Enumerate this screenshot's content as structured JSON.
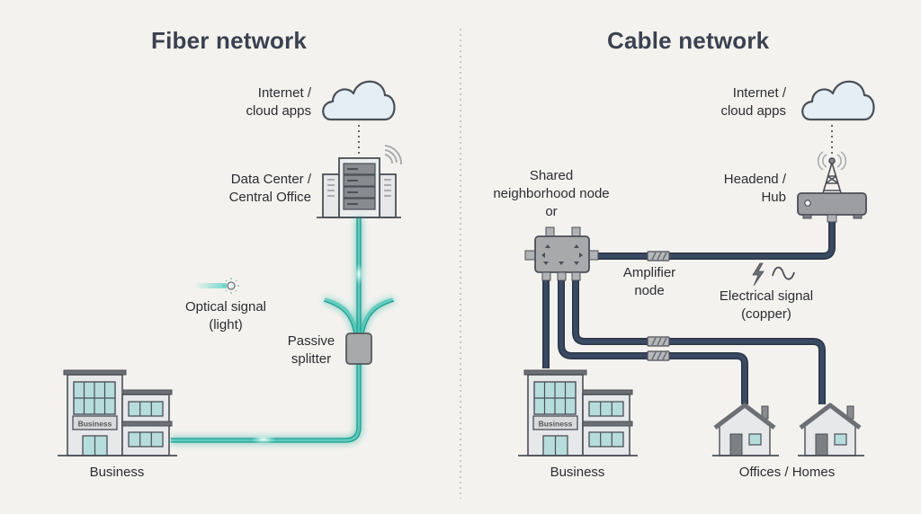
{
  "fiber": {
    "title": "Fiber network",
    "cloud_label_1": "Internet /",
    "cloud_label_2": "cloud apps",
    "dc_label_1": "Data Center /",
    "dc_label_2": "Central Office",
    "optical_label_1": "Optical signal",
    "optical_label_2": "(light)",
    "splitter_label_1": "Passive",
    "splitter_label_2": "splitter",
    "business_label": "Business",
    "business_sign": "Business",
    "fiber_color": "#2bbfae"
  },
  "cable": {
    "title": "Cable network",
    "cloud_label_1": "Internet /",
    "cloud_label_2": "cloud apps",
    "headend_label_1": "Headend /",
    "headend_label_2": "Hub",
    "node_label_1": "Shared",
    "node_label_2": "neighborhood node",
    "node_label_3": "or",
    "amplifier_label_1": "Amplifier",
    "amplifier_label_2": "node",
    "electrical_label_1": "Electrical signal",
    "electrical_label_2": "(copper)",
    "business_label": "Business",
    "business_sign": "Business",
    "homes_label": "Offices / Homes",
    "coax_color": "#3b4a63"
  }
}
